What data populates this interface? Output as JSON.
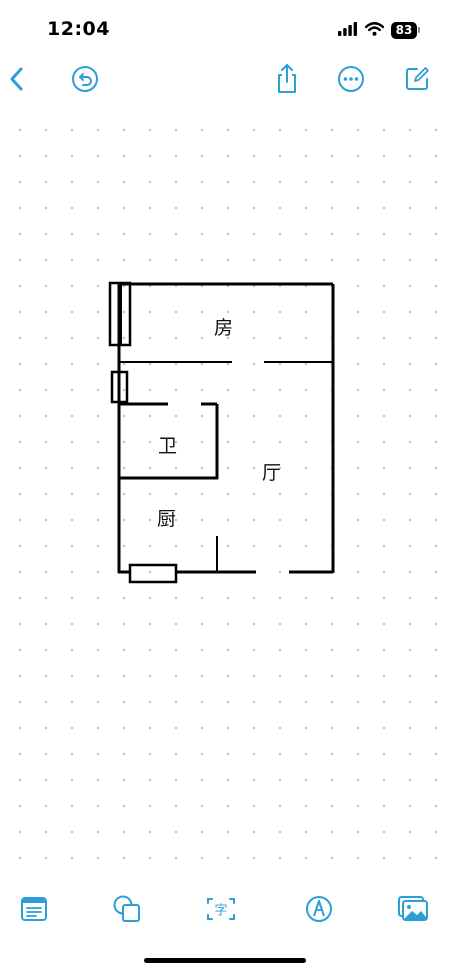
{
  "status_bar": {
    "time": "12:04",
    "battery_level": "83",
    "icons": [
      "cellular-signal-icon",
      "wifi-icon",
      "battery-icon"
    ]
  },
  "toolbar": {
    "accent_color": "#2e9fd6",
    "left_icons": [
      "chevron-left-icon",
      "undo-icon"
    ],
    "right_icons": [
      "share-icon",
      "more-icon",
      "compose-icon"
    ]
  },
  "floorplan": {
    "rooms": {
      "bedroom": "房",
      "bathroom": "卫",
      "living_room": "厅",
      "kitchen": "厨"
    },
    "line_color": "#000000"
  },
  "bottom_bar": {
    "icons": [
      "notes-format-icon",
      "shapes-icon",
      "text-box-icon",
      "markup-pen-icon",
      "photo-icon"
    ]
  }
}
